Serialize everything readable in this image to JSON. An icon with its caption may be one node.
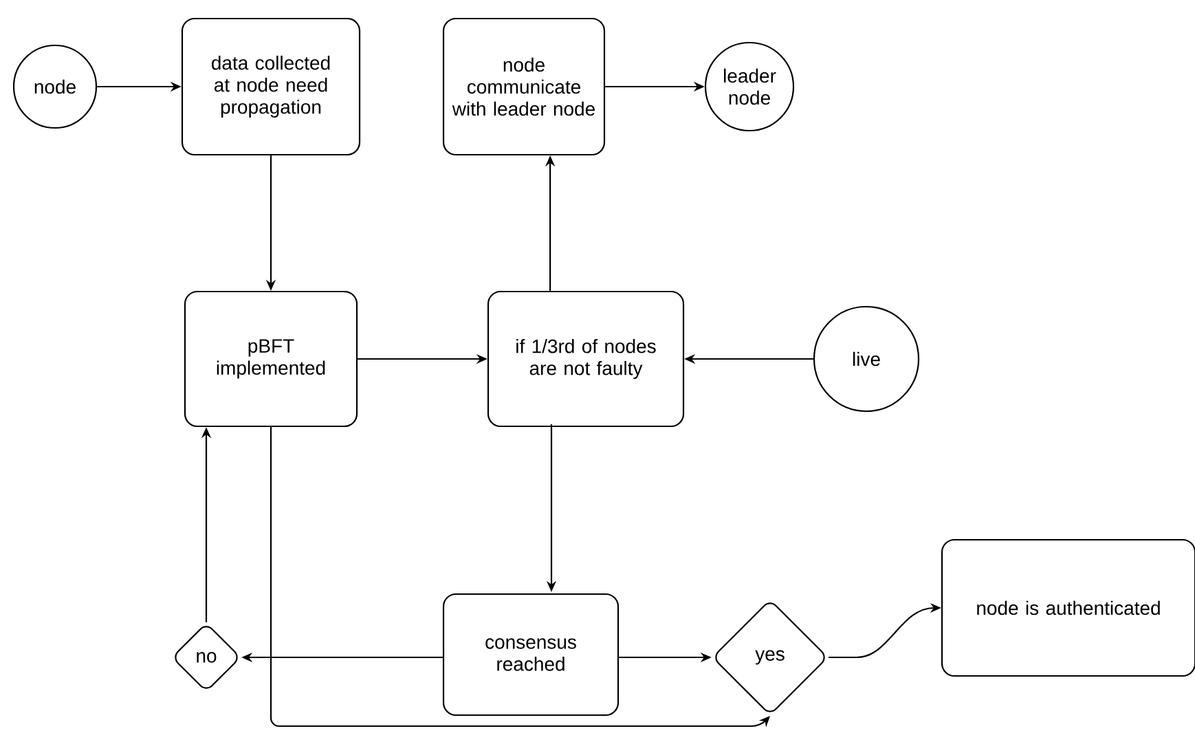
{
  "diagram": {
    "nodes": [
      {
        "text": [
          "node"
        ]
      },
      {
        "text": [
          "data collected at node need propagation"
        ]
      },
      {
        "text": [
          "node communicate with leader node"
        ]
      },
      {
        "text": [
          "leader node"
        ]
      },
      {
        "text": [
          "pBFT implemented"
        ]
      },
      {
        "text": [
          "if 1/3rd of nodes are not faulty"
        ]
      },
      {
        "text": [
          "live"
        ]
      },
      {
        "text": [
          "consensus reached"
        ]
      },
      {
        "text": [
          "no"
        ]
      },
      {
        "text": [
          "yes"
        ]
      },
      {
        "text": [
          "node is authenticated"
        ]
      }
    ],
    "edges": [
      {
        "from": 0,
        "to": 1,
        "arrow": "to"
      },
      {
        "from": 1,
        "to": 4,
        "arrow": "to"
      },
      {
        "from": 4,
        "to": 5,
        "arrow": "to"
      },
      {
        "from": 5,
        "to": 2,
        "arrow": "to"
      },
      {
        "from": 2,
        "to": 3,
        "arrow": "to"
      },
      {
        "from": 6,
        "to": 5,
        "arrow": "to"
      },
      {
        "from": 5,
        "to": 7,
        "arrow": "to"
      },
      {
        "from": 7,
        "to": 8,
        "arrow": "to"
      },
      {
        "from": 8,
        "to": 4,
        "arrow": "to"
      },
      {
        "from": 7,
        "to": 9,
        "arrow": "to"
      },
      {
        "from": 4,
        "to": 9,
        "arrow": "to"
      },
      {
        "from": 9,
        "to": 10,
        "arrow": "to"
      }
    ]
  }
}
